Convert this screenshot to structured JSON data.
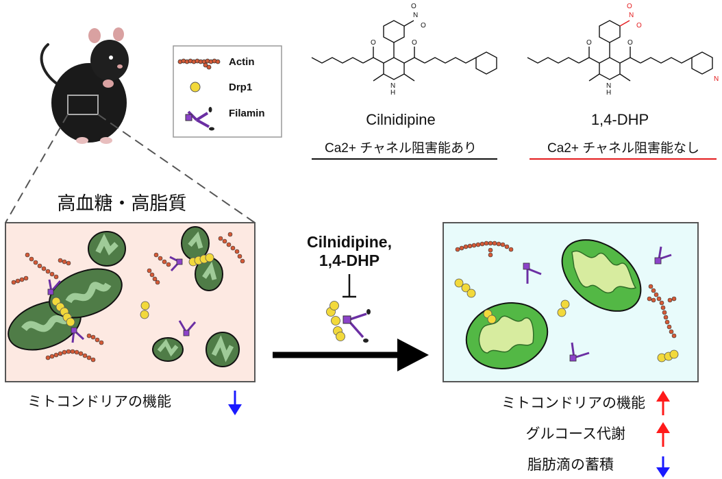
{
  "legend": {
    "items": [
      {
        "label": "Actin"
      },
      {
        "label": "Drp1"
      },
      {
        "label": "Filamin"
      }
    ]
  },
  "compounds": [
    {
      "name": "Cilnidipine",
      "note": "Ca2+ チャネル阻害能あり",
      "underline_color": "#000000"
    },
    {
      "name": "1,4-DHP",
      "note": "Ca2+ チャネル阻害能なし",
      "underline_color": "#e31a1c"
    }
  ],
  "left_panel": {
    "title": "高血糖・高脂質",
    "caption": "ミトコンドリアの機能"
  },
  "treatment": {
    "line1": "Cilnidipine,",
    "line2": "1,4-DHP"
  },
  "right_panel": {
    "effects": [
      {
        "label": "ミトコンドリアの機能",
        "direction": "up"
      },
      {
        "label": "グルコース代謝",
        "direction": "up"
      },
      {
        "label": "脂肪滴の蓄積",
        "direction": "down"
      }
    ]
  },
  "colors": {
    "up": "#ff1a1a",
    "down": "#1a1aff",
    "left_bg": "#fde9e2",
    "right_bg": "#e8fbfb",
    "mito_dark": "#4f7c47",
    "mito_light": "#8fbf86",
    "mito_bright": "#53b845",
    "mito_bright_inner": "#d7ec9f",
    "drp1": "#f2d93b",
    "filamin": "#8c43c9",
    "actin": "#d45a37"
  }
}
